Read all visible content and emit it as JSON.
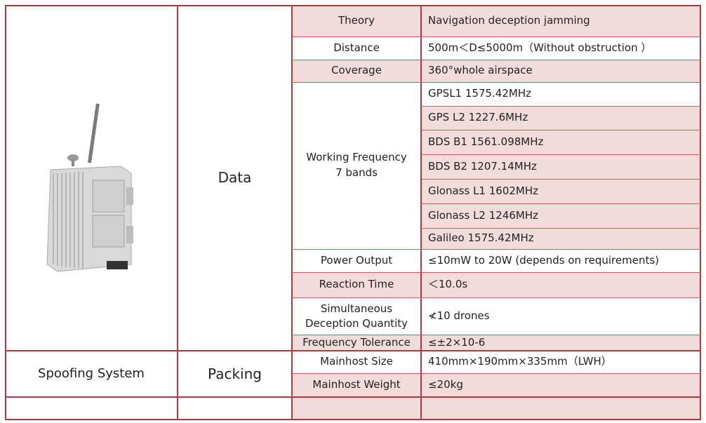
{
  "product": {
    "name": "Spoofing System",
    "image_alt": "device-image"
  },
  "sections": {
    "data": "Data",
    "packing": "Packing"
  },
  "rows": [
    {
      "label": "Theory",
      "value": "Navigation deception jamming"
    },
    {
      "label": "Distance",
      "value": "500m＜D≤5000m（Without obstruction ）"
    },
    {
      "label": "Coverage",
      "value": "360°whole airspace"
    },
    {
      "label": "Working Frequency\n7 bands",
      "values": [
        "GPSL1 1575.42MHz",
        "GPS L2 1227.6MHz",
        "BDS B1 1561.098MHz",
        "BDS B2 1207.14MHz",
        "Glonass L1 1602MHz",
        "Glonass L2 1246MHz",
        "Galileo 1575.42MHz"
      ]
    },
    {
      "label": "Power Output",
      "value": "≤10mW to 20W (depends on requirements)"
    },
    {
      "label": "Reaction Time",
      "value": "＜10.0s"
    },
    {
      "label": "Simultaneous\nDeception Quantity",
      "value": "≮10 drones"
    },
    {
      "label": "Frequency Tolerance",
      "value": "≤±2×10-6"
    },
    {
      "label": "Mainhost Size",
      "value": "410mm×190mm×335mm（LWH）"
    },
    {
      "label": "Mainhost Weight",
      "value": "≤20kg"
    }
  ],
  "colors": {
    "border": "#b23a3a",
    "row_pink": "#f2dcdb"
  }
}
